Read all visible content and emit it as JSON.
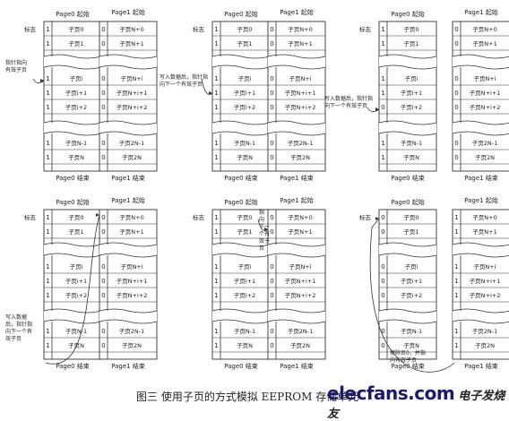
{
  "labels": {
    "page0_start": "Page0 起始",
    "page1_start": "Page1 起始",
    "page0_end": "Page0 结束",
    "page1_end": "Page1 结束",
    "flag": "标志"
  },
  "page0_cells": [
    "子页0",
    "子页1",
    "子页i",
    "子页i+1",
    "子页i+2",
    "子页N-1",
    "子页N"
  ],
  "page1_cells": [
    "子页N+0",
    "子页N+1",
    "子页N+i",
    "子页N+i+1",
    "子页N+i+2",
    "子页2N-1",
    "子页2N"
  ],
  "scenarios": [
    {
      "p0": [
        "1",
        "1",
        "1",
        "1",
        "1",
        "1",
        "1"
      ],
      "p1": [
        "0",
        "0",
        "0",
        "0",
        "0",
        "0",
        "0"
      ],
      "annotation": [
        "指针指向",
        "有效子页"
      ]
    },
    {
      "p0": [
        "1",
        "1",
        "1",
        "1",
        "1",
        "1",
        "1"
      ],
      "p1": [
        "0",
        "0",
        "0",
        "0",
        "0",
        "0",
        "0"
      ],
      "annotation": [
        "写入数据后，指针指",
        "向下一个有效子页"
      ]
    },
    {
      "p0": [
        "1",
        "1",
        "1",
        "1",
        "0",
        "1",
        "1"
      ],
      "p1": [
        "0",
        "0",
        "0",
        "0",
        "0",
        "0",
        "0"
      ],
      "annotation": [
        "写入数据后，指针指",
        "向下一个有效子页"
      ]
    },
    {
      "p0": [
        "1",
        "1",
        "1",
        "1",
        "1",
        "1",
        "1"
      ],
      "p1": [
        "0",
        "0",
        "0",
        "0",
        "0",
        "0",
        "0"
      ],
      "annotation": [
        "写入数据",
        "后，指针指",
        "向下一个有",
        "效子页"
      ]
    },
    {
      "p0": [
        "1",
        "1",
        "1",
        "1",
        "1",
        "1",
        "1"
      ],
      "p1": [
        "0",
        "0",
        "0",
        "0",
        "0",
        "0",
        "0"
      ],
      "annotation": [
        "指",
        "向",
        "下一",
        "个有",
        "效子",
        "页"
      ]
    },
    {
      "p0": [
        "0",
        "0",
        "0",
        "0",
        "0",
        "0",
        "0"
      ],
      "p1": [
        "1",
        "1",
        "1",
        "1",
        "1",
        "1",
        "1"
      ],
      "annotation": [
        "擦除页0，并指",
        "向有效子页"
      ]
    }
  ],
  "caption": "图三 使用子页的方式模拟 EEPROM 存储单元",
  "brand": {
    "text": "elecfans.com",
    "cn": "电子发烧友"
  }
}
